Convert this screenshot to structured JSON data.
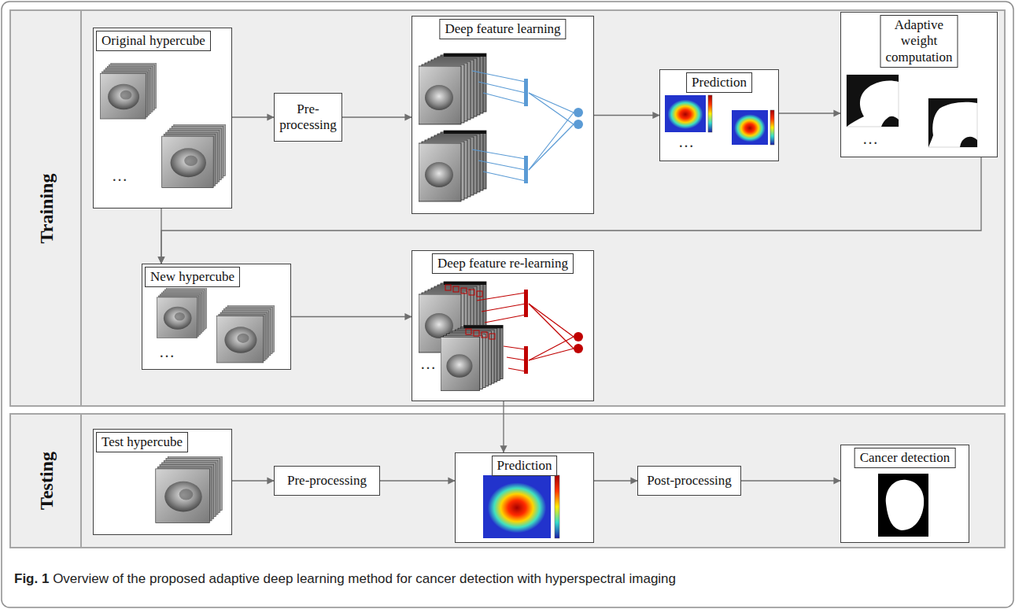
{
  "diagram": {
    "caption": "Fig. 1 Overview of the proposed adaptive deep learning method for cancer detection with hyperspectral imaging",
    "nodes": [
      {
        "text": [
          "Training"
        ]
      },
      {
        "text": [
          "Original hypercube"
        ],
        "in": 0
      },
      {
        "text": [
          "Pre- processing"
        ],
        "in": 0
      },
      {
        "text": [
          "Deep feature learning"
        ],
        "in": 0
      },
      {
        "text": [
          "Prediction"
        ],
        "in": 0
      },
      {
        "text": [
          "Adaptive weight computation"
        ],
        "in": 0
      },
      {
        "text": [
          "New hypercube"
        ],
        "in": 0
      },
      {
        "text": [
          "Deep feature re-learning"
        ],
        "in": 0
      },
      {
        "text": [
          "Testing"
        ]
      },
      {
        "text": [
          "Test hypercube"
        ],
        "in": 8
      },
      {
        "text": [
          "Pre-processing"
        ],
        "in": 8
      },
      {
        "text": [
          "Prediction"
        ],
        "in": 8
      },
      {
        "text": [
          "Post-processing"
        ],
        "in": 8
      },
      {
        "text": [
          "Cancer detection"
        ],
        "in": 8
      }
    ],
    "edges": [
      {
        "from": 1,
        "to": 2,
        "arrow": "to"
      },
      {
        "from": 2,
        "to": 3,
        "arrow": "to"
      },
      {
        "from": 3,
        "to": 4,
        "arrow": "to"
      },
      {
        "from": 4,
        "to": 5,
        "arrow": "to"
      },
      {
        "from": 1,
        "to": 6,
        "arrow": "to"
      },
      {
        "from": 5,
        "to": 6,
        "arrow": "to"
      },
      {
        "from": 6,
        "to": 7,
        "arrow": "to"
      },
      {
        "from": 7,
        "to": 11,
        "arrow": "to"
      },
      {
        "from": 9,
        "to": 10,
        "arrow": "to"
      },
      {
        "from": 10,
        "to": 11,
        "arrow": "to"
      },
      {
        "from": 11,
        "to": 12,
        "arrow": "to"
      },
      {
        "from": 12,
        "to": 13,
        "arrow": "to"
      }
    ],
    "labels": [
      "…",
      "…",
      "…",
      "…",
      "…"
    ]
  }
}
